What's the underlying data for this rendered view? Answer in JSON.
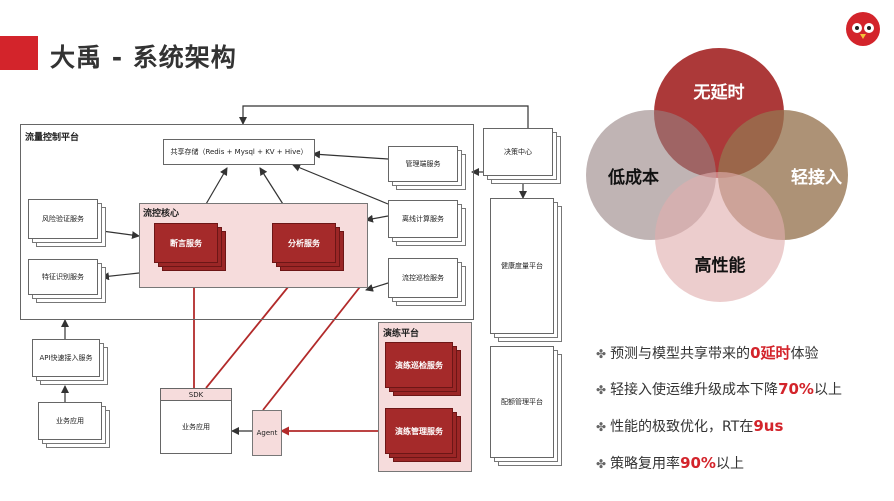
{
  "header": {
    "title": "大禹 - 系统架构"
  },
  "icons": {
    "logo": "owl-logo-icon"
  },
  "colors": {
    "brand": "#d3242b",
    "core_box": "#a52a2a",
    "pink_fill": "#f6dcdc"
  },
  "diagram": {
    "traffic_platform": "流量控制平台",
    "shared_storage": "共享存储（Redis + Mysql + KV + Hive）",
    "admin_service": "管理端服务",
    "offline_compute": "离线计算服务",
    "flow_inspect": "流控巡检服务",
    "risk_verify": "风险验证服务",
    "feature_identify": "特征识别服务",
    "core_title": "流控核心",
    "assert_service": "断言服务",
    "analysis_service": "分析服务",
    "api_access": "API快速接入服务",
    "biz_app_left": "业务应用",
    "sdk": "SDK",
    "biz_app_mid": "业务应用",
    "agent": "Agent",
    "drill_platform": "演练平台",
    "drill_inspect": "演练巡检服务",
    "drill_manage": "演练管理服务",
    "decision_center": "决策中心",
    "health_platform": "健康度量平台",
    "config_platform": "配额管理平台"
  },
  "venn": {
    "top": "无延时",
    "left": "低成本",
    "right": "轻接入",
    "bottom": "高性能"
  },
  "bullets": [
    {
      "pre": "预测与模型共享带来的",
      "hl": "0延时",
      "post": "体验"
    },
    {
      "pre": "轻接入使运维升级成本下降",
      "hl": "70%",
      "post": "以上"
    },
    {
      "pre": "性能的极致优化，RT在",
      "hl": "9us",
      "post": ""
    },
    {
      "pre": "策略复用率",
      "hl": "90%",
      "post": "以上"
    }
  ]
}
